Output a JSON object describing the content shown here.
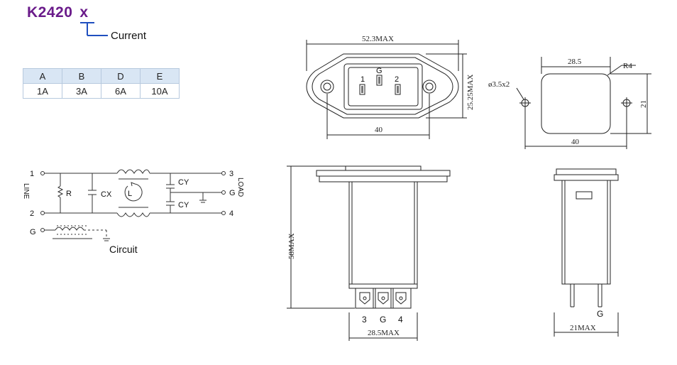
{
  "title": {
    "model": "K2420",
    "suffix": "x",
    "suffix_caption": "Current"
  },
  "current_table": {
    "headers": [
      "A",
      "B",
      "D",
      "E"
    ],
    "values": [
      "1A",
      "3A",
      "6A",
      "10A"
    ]
  },
  "circuit": {
    "caption": "Circuit",
    "line_label": "LINE",
    "load_label": "LOAD",
    "terminals": {
      "t1": "1",
      "t2": "2",
      "t3": "3",
      "t4": "4",
      "g_left": "G",
      "g_right": "G"
    },
    "components": {
      "resistor": "R",
      "cx": "CX",
      "inductor": "L",
      "cy_top": "CY",
      "cy_bottom": "CY"
    }
  },
  "front_view": {
    "width_max": "52.3MAX",
    "height_max": "25.25MAX",
    "hole_spacing": "40",
    "pins": {
      "p1": "1",
      "pg": "G",
      "p2": "2"
    }
  },
  "cutout_view": {
    "width": "28.5",
    "radius": "R4",
    "height": "21",
    "hole_spacing": "40",
    "hole_dia": "ø3.5x2"
  },
  "side_view": {
    "length_max": "58MAX",
    "terminal_width_max": "28.5MAX",
    "terminals": {
      "t3": "3",
      "tg": "G",
      "t4": "4"
    }
  },
  "end_view": {
    "width_max": "21MAX",
    "terminal_label": "G"
  },
  "colors": {
    "title": "#6a1b8a",
    "table_header": "#d9e6f4",
    "table_border": "#b7c9de",
    "leader": "#1f4fbf"
  }
}
